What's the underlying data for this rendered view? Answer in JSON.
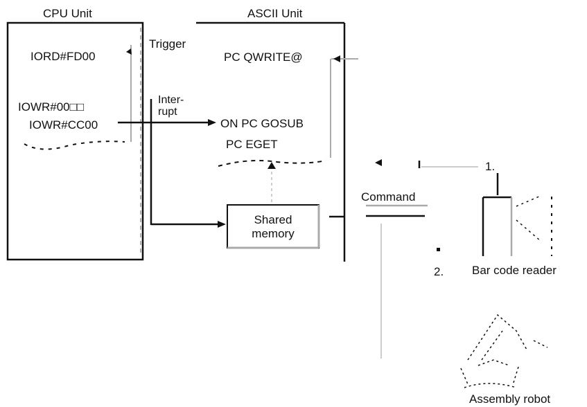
{
  "diagram": {
    "cpu_unit": {
      "title": "CPU Unit",
      "instructions": [
        "IORD#FD00",
        "IOWR#00□□",
        "IOWR#CC00"
      ]
    },
    "ascii_unit": {
      "title": "ASCII Unit",
      "statements": [
        "PC QWRITE@",
        "ON PC GOSUB",
        "PC EGET"
      ],
      "shared_memory": "Shared\nmemory"
    },
    "signals": {
      "trigger": "Trigger",
      "interrupt": "Inter-\nrupt"
    },
    "command": "Command",
    "steps": [
      "1.",
      "2."
    ],
    "devices": {
      "bar_code_reader": "Bar code reader",
      "assembly_robot": "Assembly robot"
    }
  }
}
